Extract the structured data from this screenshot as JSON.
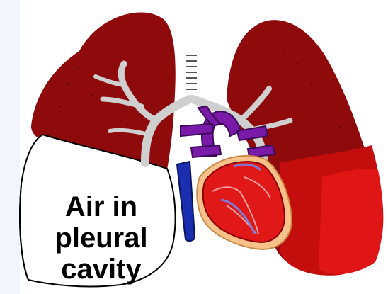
{
  "label": {
    "line1": "Air in",
    "line2": "pleural",
    "line3": "cavity"
  },
  "colors": {
    "lung": "#8f0a0a",
    "lung_light": "#c40d0d",
    "bronchi": "#cfcfcf",
    "heart": "#e01818",
    "vessel_purple": "#7a1aa8",
    "vena_cava": "#1a2fb0",
    "pericardium": "#f6c28a"
  }
}
